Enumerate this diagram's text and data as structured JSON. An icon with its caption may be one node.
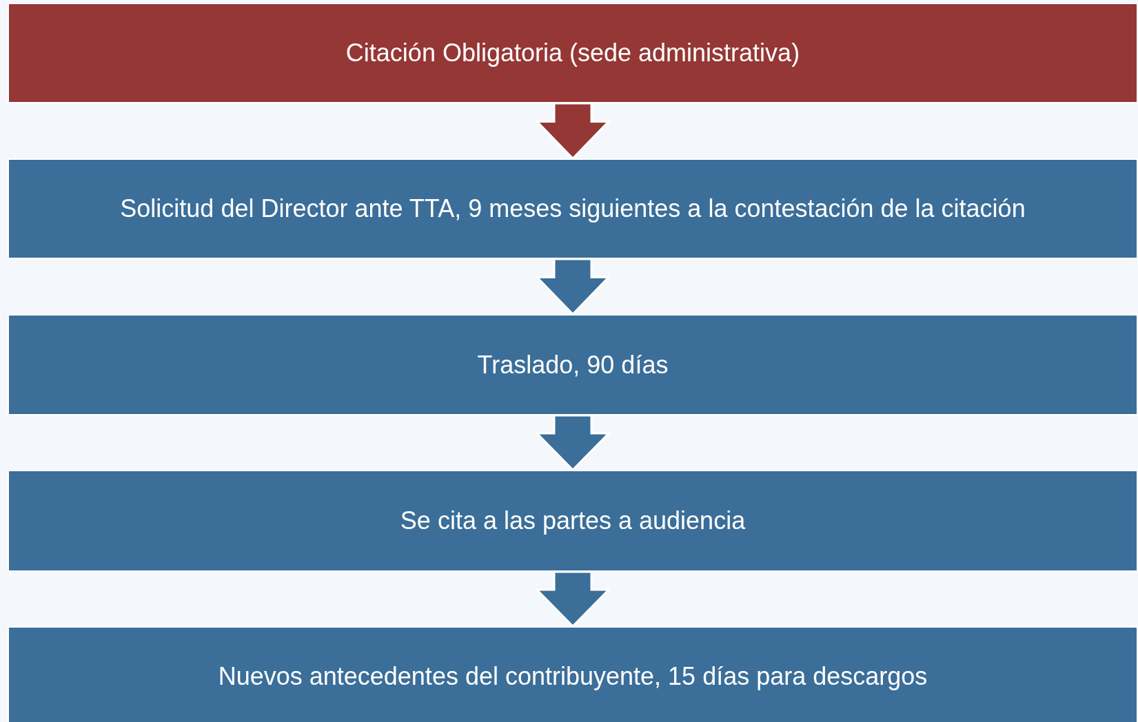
{
  "diagram": {
    "nodes": [
      {
        "text": [
          "Citación Obligatoria (sede administrativa)"
        ]
      },
      {
        "text": [
          "Solicitud del Director ante TTA, 9 meses siguientes a la contestación de la citación"
        ]
      },
      {
        "text": [
          "Traslado, 90 días"
        ]
      },
      {
        "text": [
          "Se cita a las partes a audiencia"
        ]
      },
      {
        "text": [
          "Nuevos antecedentes del contribuyente, 15 días para descargos"
        ]
      }
    ],
    "edges": [
      {
        "from": 0,
        "to": 1,
        "arrow": "to",
        "color": "#953735"
      },
      {
        "from": 1,
        "to": 2,
        "arrow": "to"
      },
      {
        "from": 2,
        "to": 3,
        "arrow": "to"
      },
      {
        "from": 3,
        "to": 4,
        "arrow": "to"
      }
    ]
  }
}
